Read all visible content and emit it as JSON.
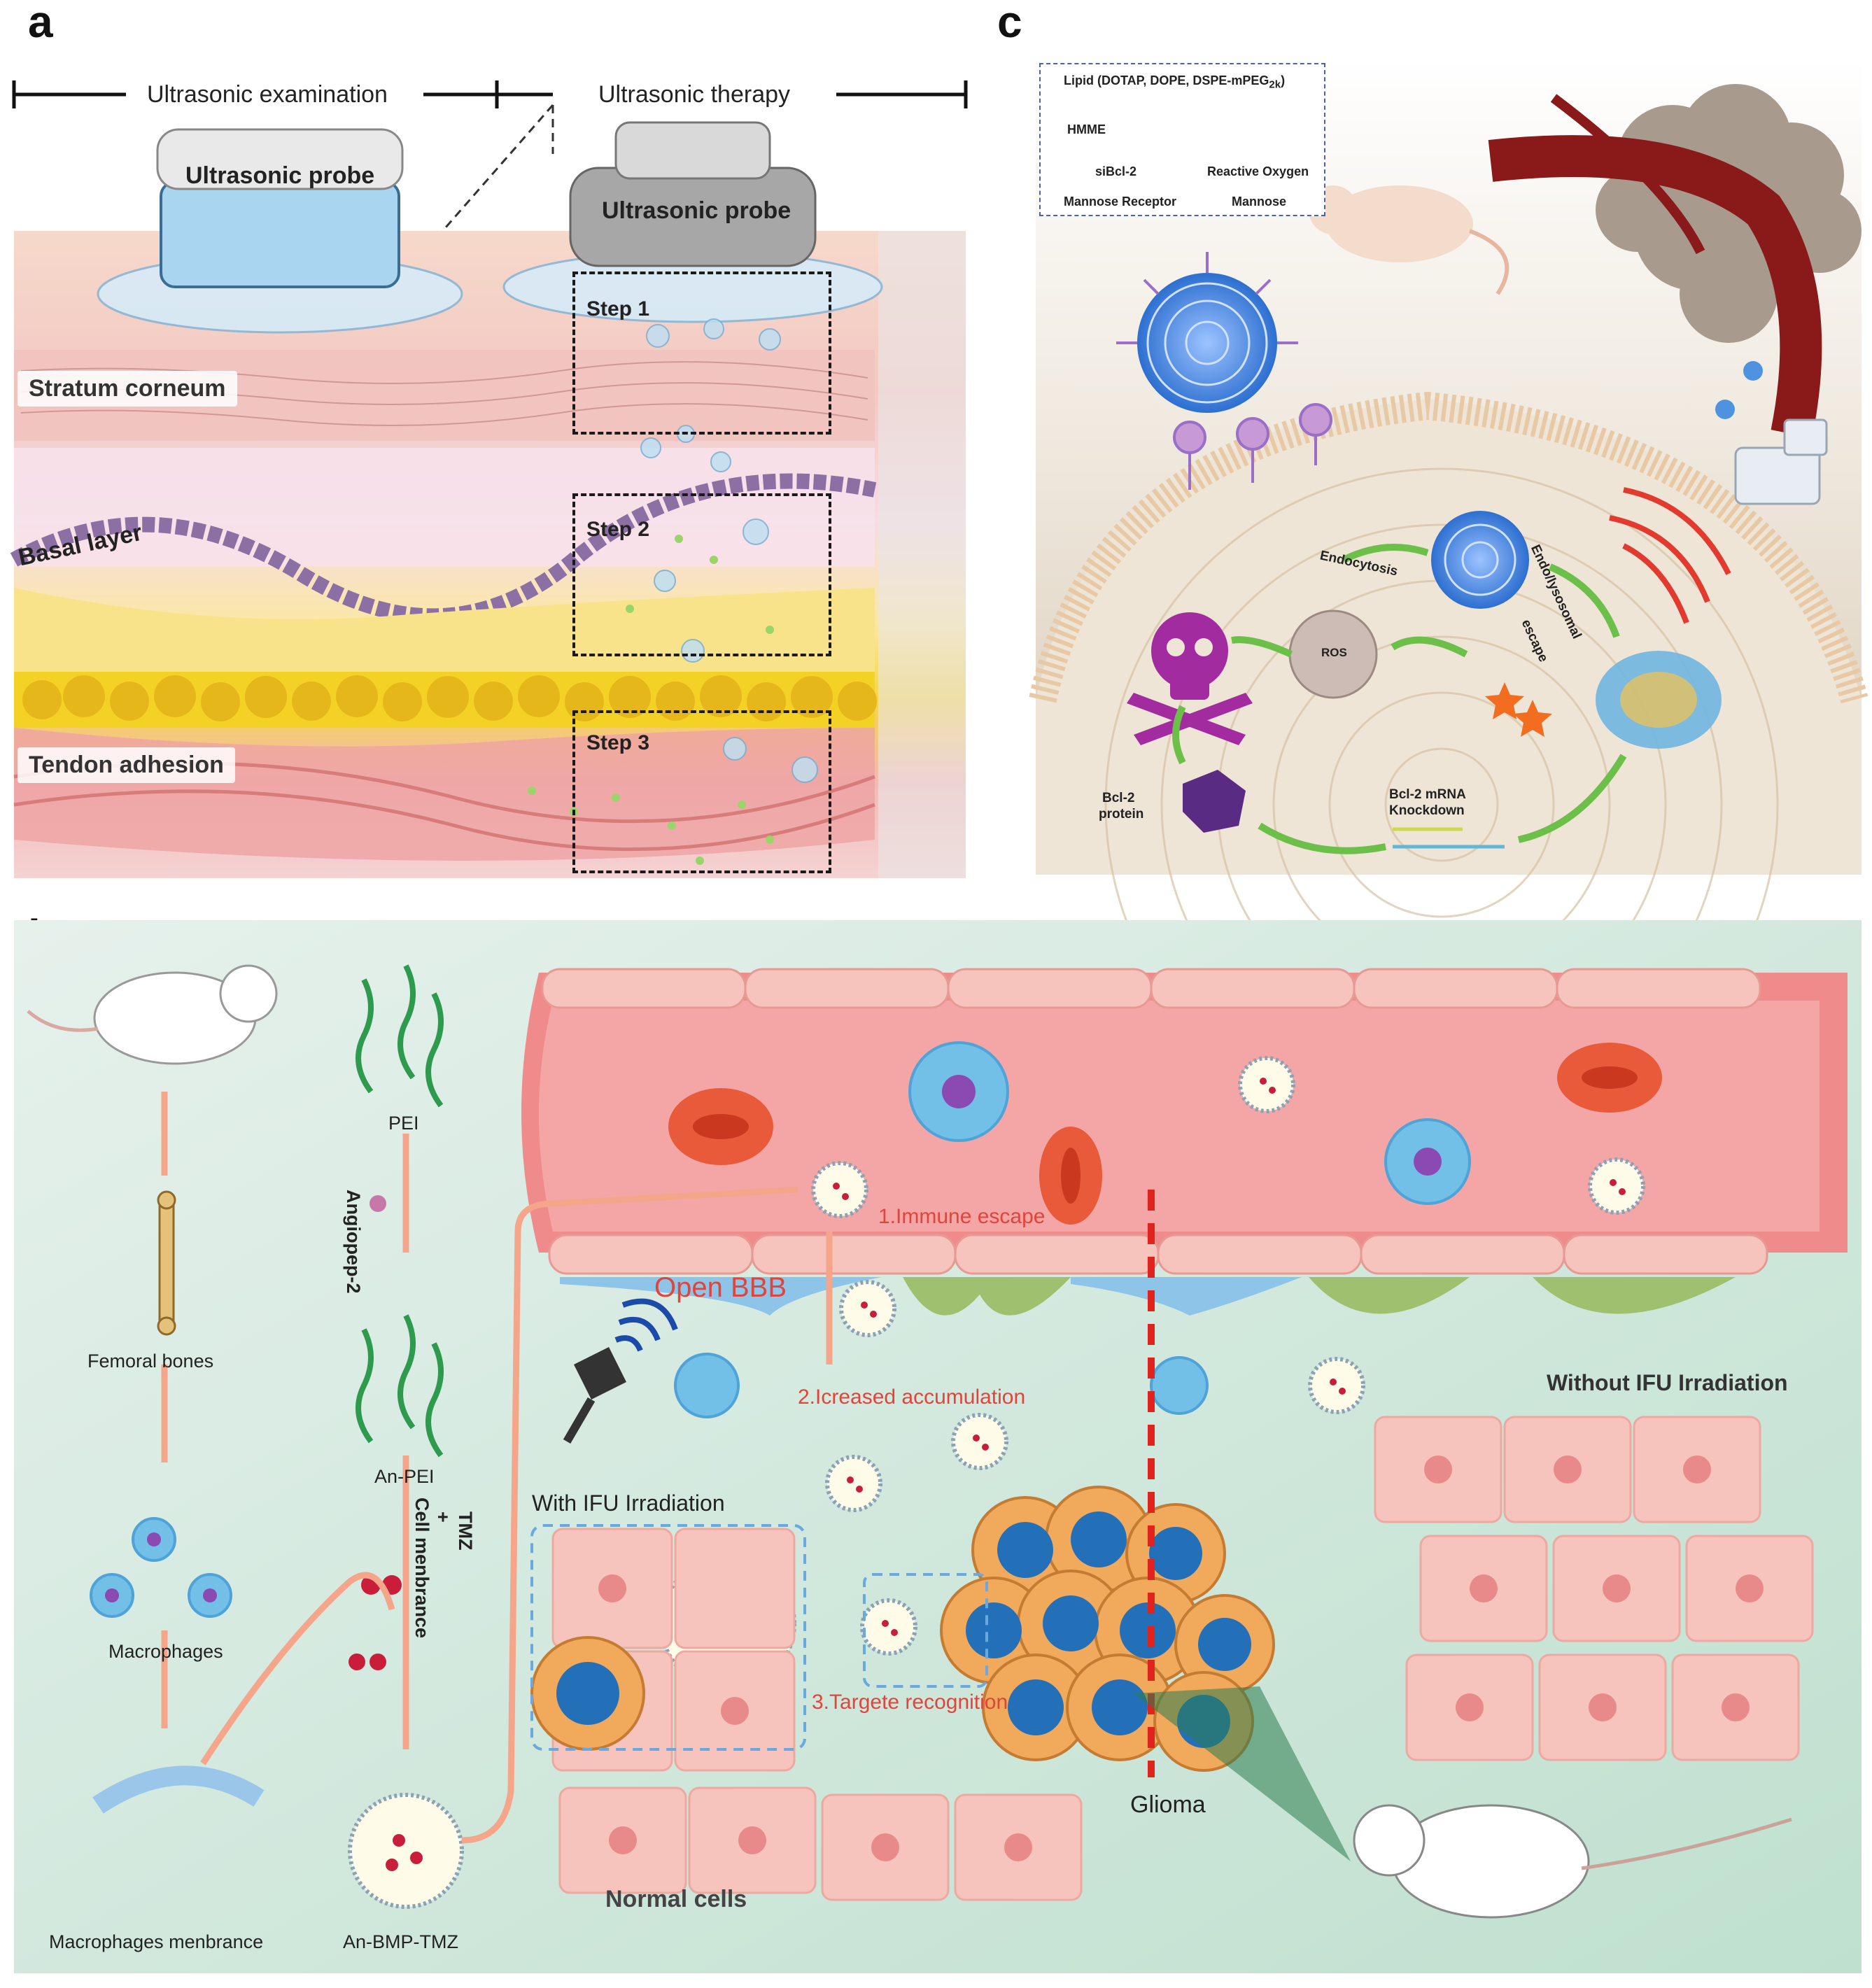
{
  "panel_a": {
    "letter": "a",
    "header_left": "Ultrasonic examination",
    "header_right": "Ultrasonic therapy",
    "probe_left": "Ultrasonic probe",
    "probe_right": "Ultrasonic probe",
    "layers": [
      "Stratum corneum",
      "Basal layer",
      "Tendon adhesion"
    ],
    "steps": [
      "Step 1",
      "Step 2",
      "Step 3"
    ]
  },
  "panel_b": {
    "letter": "b",
    "left_flow": [
      "Femoral bones",
      "Macrophages",
      "Macrophages menbrance"
    ],
    "mid_flow": [
      "PEI",
      "An-PEI",
      "An-BMP-TMZ"
    ],
    "mid_arrow1": "Angiopep-2",
    "mid_arrow2_a": "TMZ",
    "mid_arrow2_plus": "+",
    "mid_arrow2_b": "Cell menbrance",
    "open_bbb": "Open BBB",
    "step1": "1.Immune escape",
    "step2": "2.Icreased accumulation",
    "step3": "3.Targete recognition",
    "with_ifu": "With IFU Irradiation",
    "without_ifu": "Without IFU Irradiation",
    "glioma": "Glioma",
    "normal": "Normal cells"
  },
  "panel_c": {
    "letter": "c",
    "legend": {
      "lipid": "Lipid (DOTAP, DOPE, DSPE-mPEG",
      "lipid_sub": "2k",
      "lipid_close": ")",
      "hmme": "HMME",
      "sibcl2": "siBcl-2",
      "ros_legend": "Reactive Oxygen",
      "mannose_receptor": "Mannose Receptor",
      "mannose": "Mannose"
    },
    "endocytosis": "Endocytosis",
    "escape_1": "Endo/lysosomal",
    "escape_2": "escape",
    "ros": "ROS",
    "knockdown_1": "Bcl-2 mRNA",
    "knockdown_2": "Knockdown",
    "protein_1": "Bcl-2",
    "protein_2": "protein"
  },
  "colors": {
    "arrow": "#f4a58a",
    "red_text": "#e0453b",
    "green_arrow": "#6cc04a",
    "vessel": "#ef8b8b",
    "cell_pink": "#f7c4bd"
  }
}
